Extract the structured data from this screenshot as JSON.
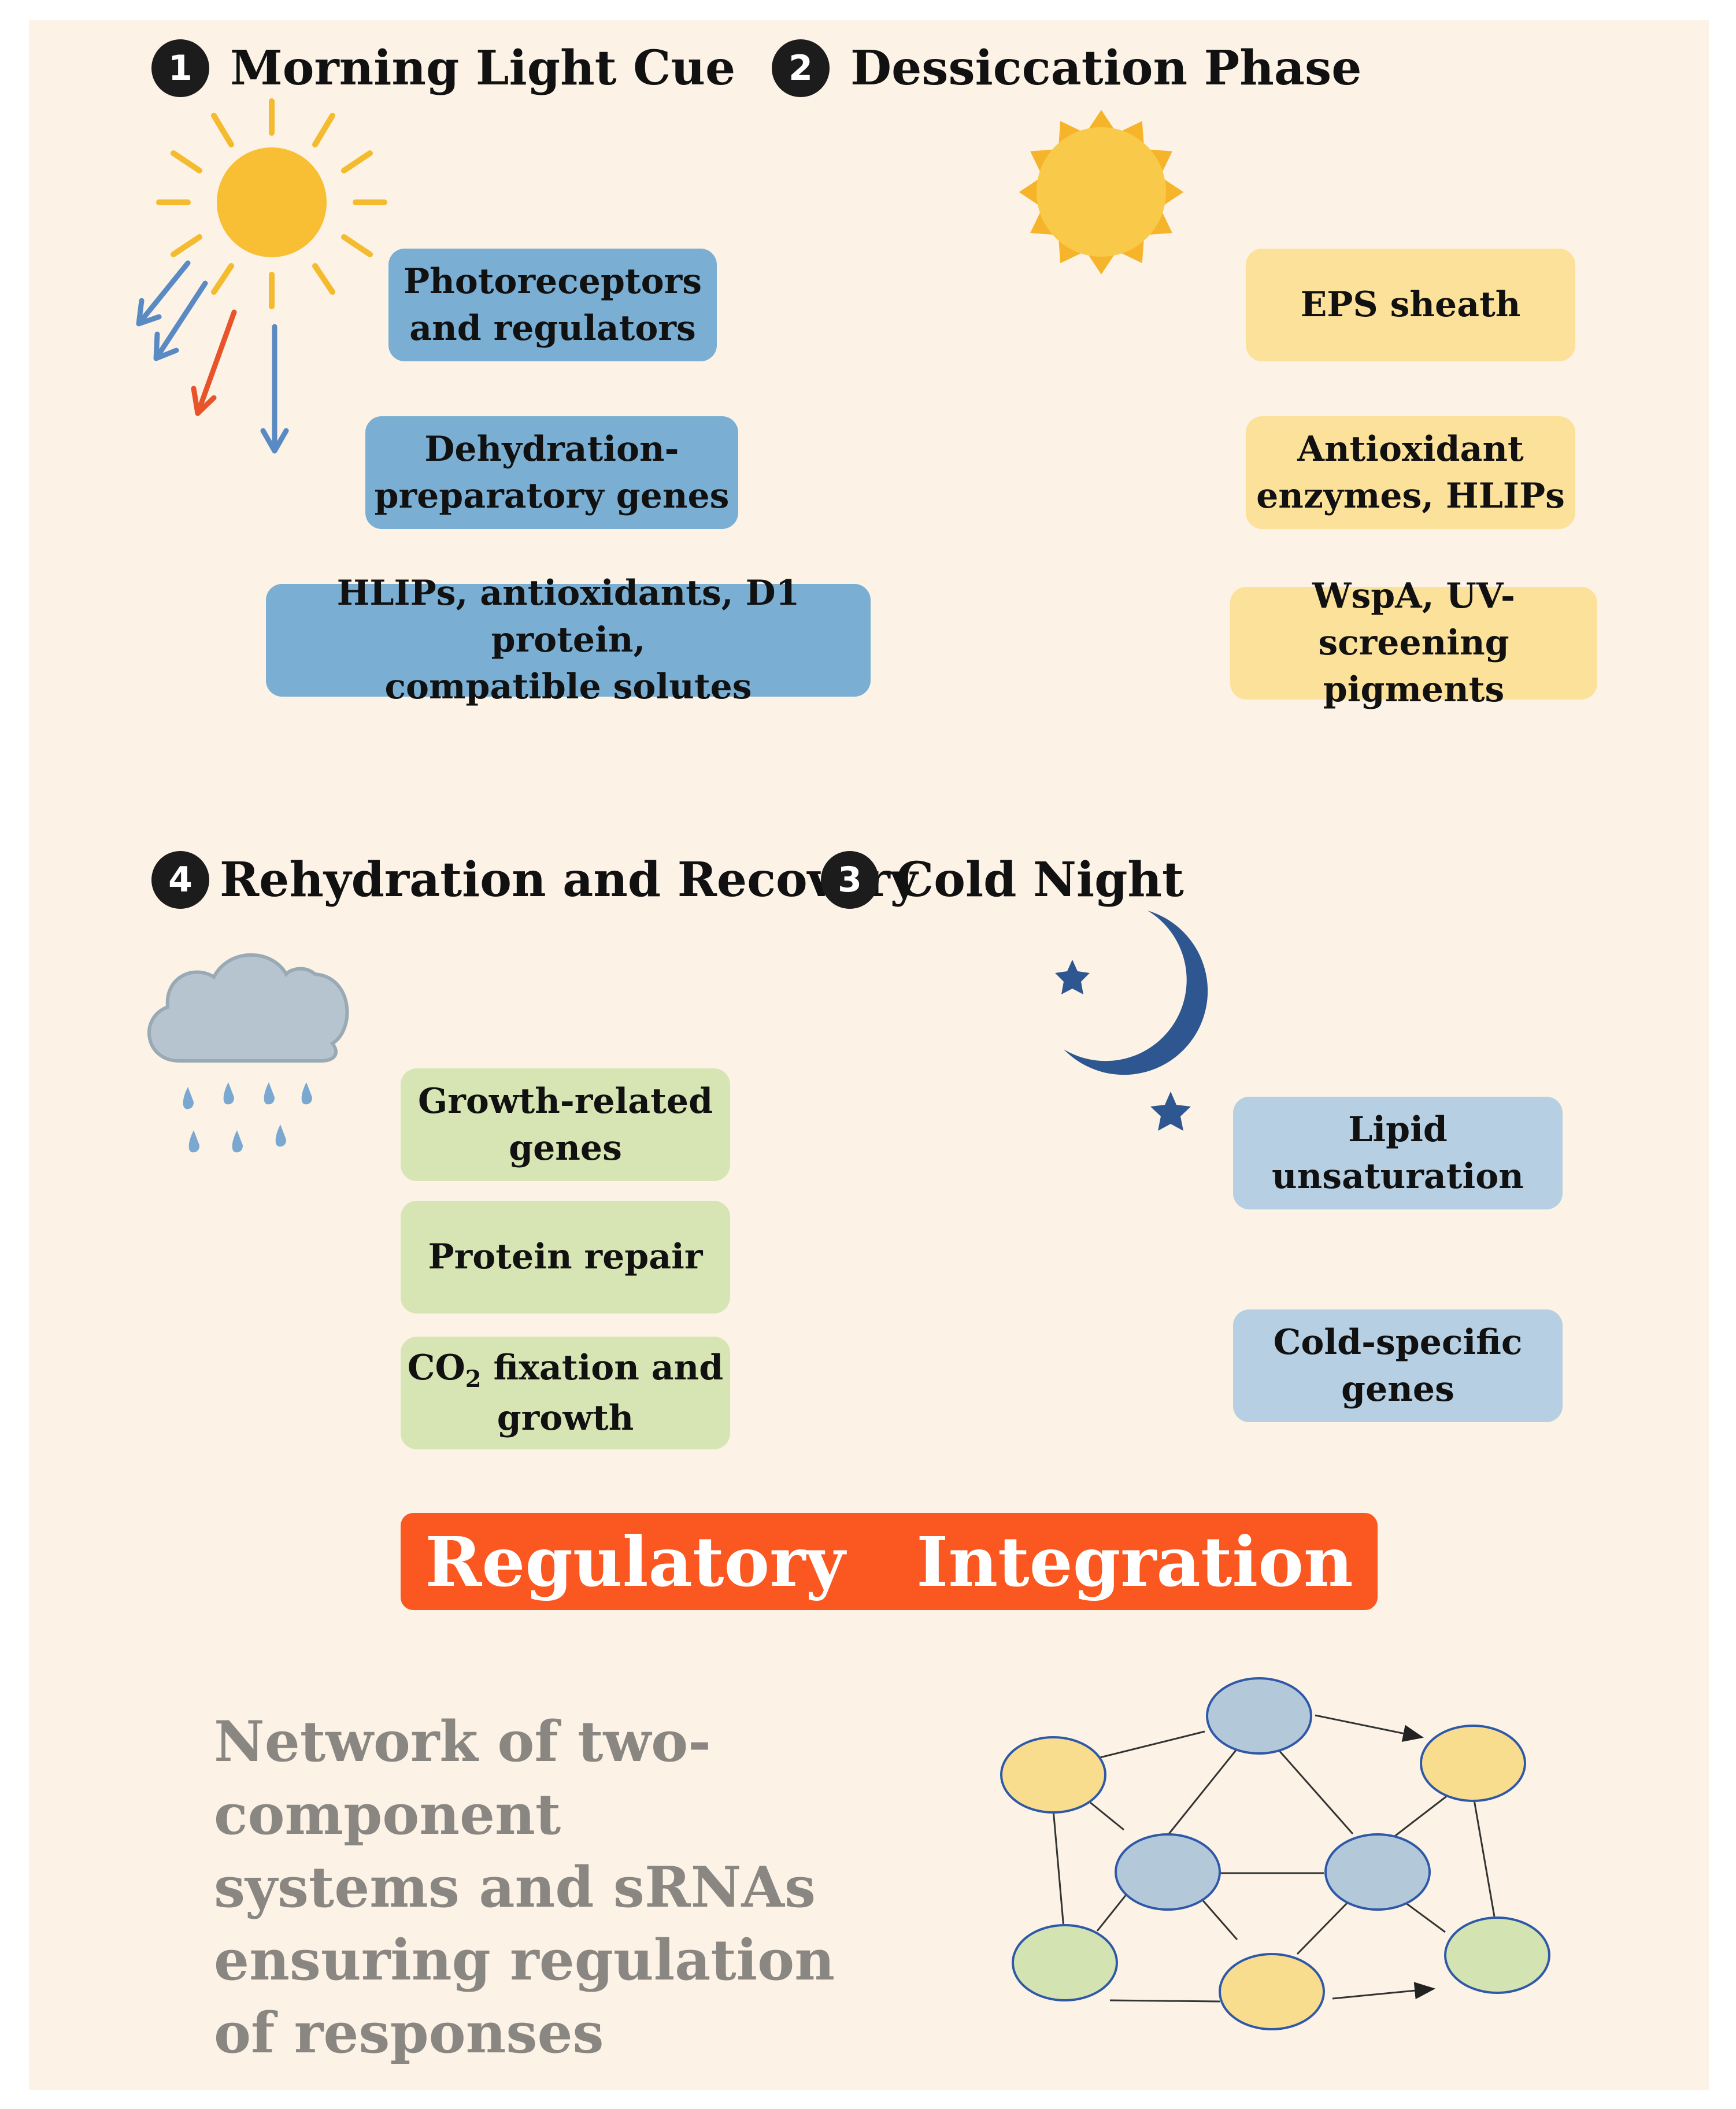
{
  "phases": [
    {
      "number": "1",
      "title": "Morning Light Cue",
      "items": [
        [
          "Photoreceptors",
          "and regulators"
        ],
        [
          "Dehydration-",
          "preparatory genes"
        ],
        [
          "HLIPs, antioxidants, D1 protein,",
          "compatible solutes"
        ]
      ]
    },
    {
      "number": "2",
      "title": "Dessiccation Phase",
      "items": [
        [
          "EPS sheath"
        ],
        [
          "Antioxidant",
          "enzymes, HLIPs"
        ],
        [
          "WspA, UV-",
          "screening pigments"
        ]
      ]
    },
    {
      "number": "3",
      "title": "Cold Night",
      "items": [
        [
          "Lipid",
          "unsaturation"
        ],
        [
          "Cold-specific",
          "genes"
        ]
      ]
    },
    {
      "number": "4",
      "title": "Rehydration and Recovery",
      "items": [
        [
          "Growth-related",
          "genes"
        ],
        [
          "Protein repair"
        ],
        {
          "prefix": "CO",
          "subscript": "2",
          "rest": " fixation and",
          "line2": "growth"
        }
      ]
    }
  ],
  "integration": {
    "banner": "Regulatory   Integration",
    "network_text": [
      "Network of two-component",
      "systems and sRNAs",
      "ensuring regulation",
      "of responses"
    ]
  },
  "colors": {
    "background": "#fcf3e6",
    "morning_boxes": "#7aaed2",
    "desiccation_boxes": "#fbe19a",
    "night_boxes": "#b6cfe2",
    "rehydration_boxes": "#d6e5b3",
    "banner": "#fb5720",
    "network_blue_node": "#b3c9da",
    "network_yellow_node": "#f9dd8e",
    "network_green_node": "#d3e3b2"
  },
  "icons": [
    "sun-rays-icon",
    "arrow-icon",
    "sun-icon",
    "moon-icon",
    "star-icon",
    "rain-cloud-icon",
    "network-graph-icon"
  ]
}
